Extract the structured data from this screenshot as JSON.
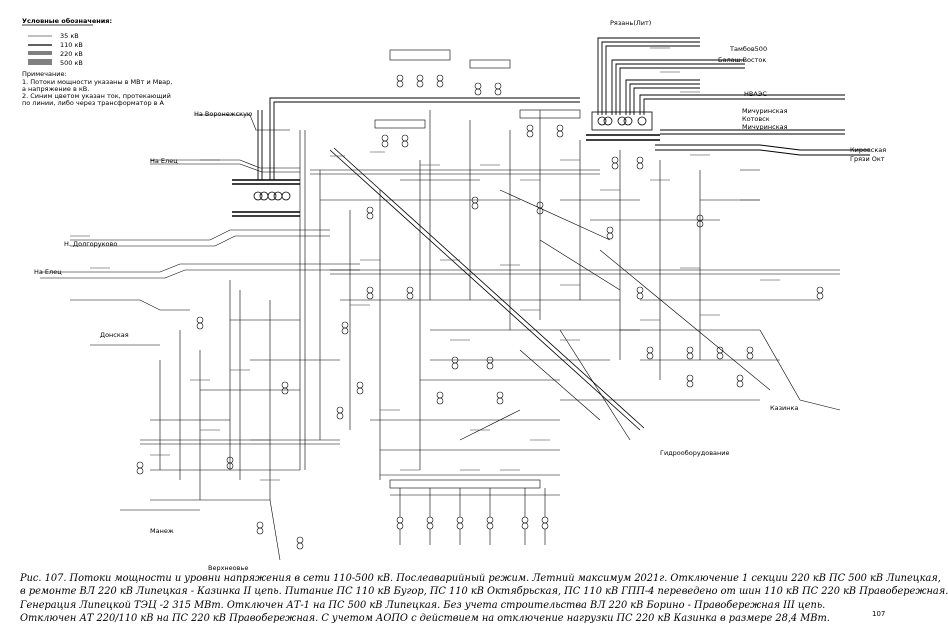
{
  "legend": {
    "title": "Условные обозначения:",
    "items": [
      {
        "label": "35 кВ"
      },
      {
        "label": "110 кВ"
      },
      {
        "label": "220 кВ"
      },
      {
        "label": "500 кВ"
      }
    ],
    "note_title": "Примечание:",
    "notes": [
      "1. Потоки мощности указаны в МВт и Мвар,",
      "а напряжение в кВ.",
      "2. Синим цветом указан ток, протекающий",
      "по линии, либо через трансформатор в А"
    ]
  },
  "directions": {
    "ryazan": "Рязань(Лит)",
    "tambov": "Тамбов500",
    "balash": "Балаш.Восток",
    "nvaes": "НВАЭС",
    "michurinsk": "Мичуринская",
    "kotovsk": "Котовск",
    "michurinsk2": "Мичуринская",
    "kirovskaya": "Кировская",
    "gryazi": "Грязи Окт",
    "voronezh": "На Воронежскую",
    "elets1": "На Елец",
    "dolgorukovo": "Н. Долгоруково",
    "elets2": "На Елец",
    "donskaya": "Донская",
    "kazinka": "Казинка",
    "gidro": "Гидрооборудование",
    "verkhovo": "Верхнеовье",
    "manezh": "Манеж"
  },
  "caption": {
    "lines": [
      "Рис. 107. Потоки мощности и уровни напряжения в сети 110-500 кВ. Послеаварийный режим. Летний максимум 2021г. Отключение 1 секции 220 кВ ПС 500 кВ Липецкая,",
      "в ремонте ВЛ 220 кВ Липецкая - Казинка  II цепь. Питание ПС 110 кВ Бугор, ПС 110 кВ Октябрьская, ПС 110 кВ ГПП-4  переведено от шин 110 кВ ПС 220 кВ Правобережная.",
      "Генерация Липецкой ТЭЦ -2 315 МВт. Отключен АТ-1 на ПС 500 кВ Липецкая. Без учета строительства ВЛ 220 кВ Борино - Правобережная  III  цепь.",
      "Отключен АТ 220/110 кВ на ПС 220 кВ Правобережная. С учетом АОПО с действием на отключение нагрузки ПС 220 кВ Казинка в размере 28,4 МВт."
    ]
  },
  "page_number": "107"
}
